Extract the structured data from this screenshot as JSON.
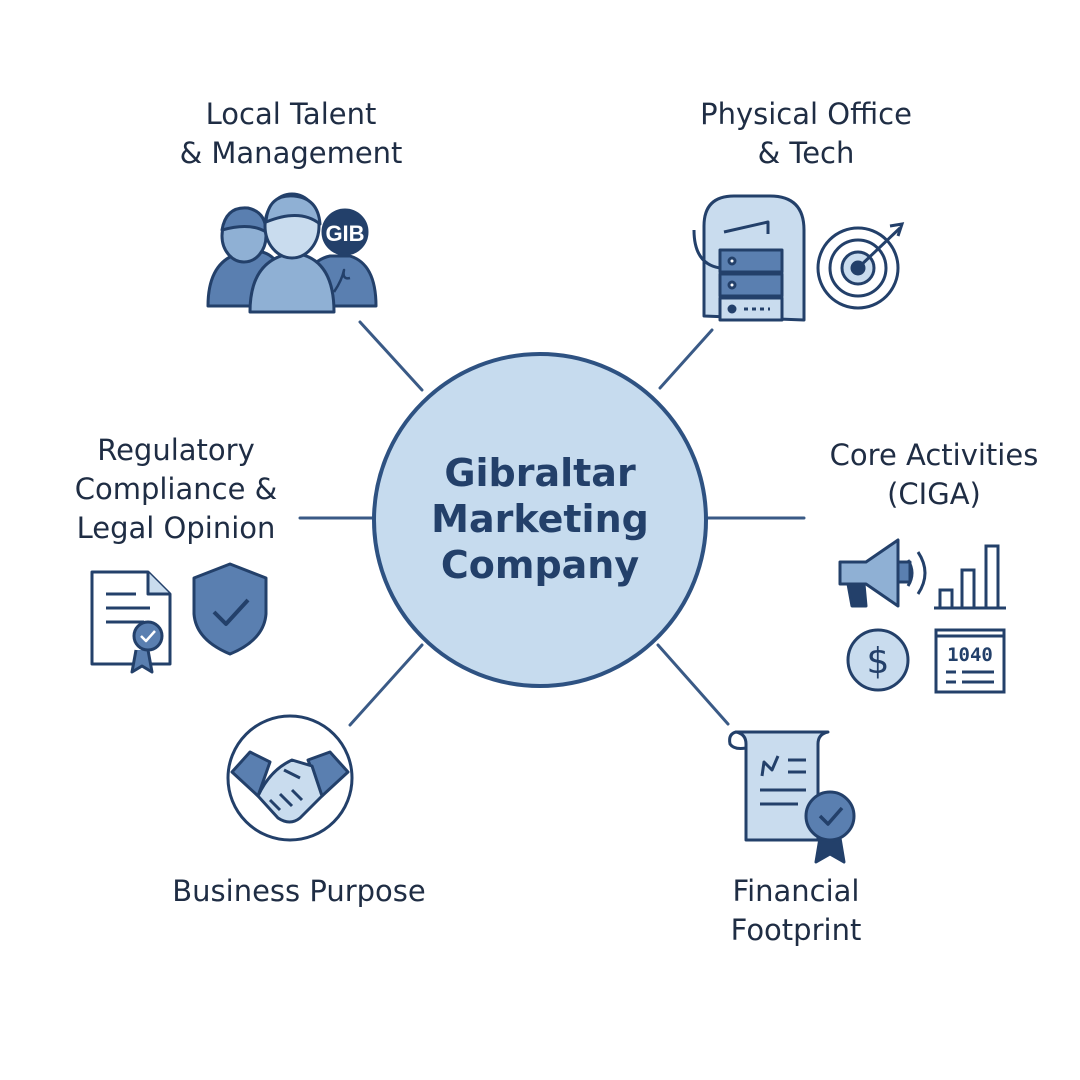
{
  "hub": {
    "title_lines": [
      "Gibraltar",
      "Marketing",
      "Company"
    ]
  },
  "nodes": [
    {
      "id": "talent",
      "lines": [
        "Local Talent",
        "& Management"
      ],
      "icon": "people-icon",
      "badge": "GIB"
    },
    {
      "id": "office",
      "lines": [
        "Physical Office",
        "& Tech"
      ],
      "icon": "server-office-icon"
    },
    {
      "id": "compliance",
      "lines": [
        "Regulatory",
        "Compliance &",
        "Legal Opinion"
      ],
      "icon": "certificate-shield-icon"
    },
    {
      "id": "core",
      "lines": [
        "Core Activities",
        "(CIGA)"
      ],
      "icon": "marketing-finance-icon",
      "form_number": "1040"
    },
    {
      "id": "purpose",
      "lines": [
        "Business Purpose"
      ],
      "icon": "handshake-icon"
    },
    {
      "id": "financial",
      "lines": [
        "Financial",
        "Footprint"
      ],
      "icon": "financial-document-icon"
    }
  ],
  "colors": {
    "outline": "#23406a",
    "fill_light": "#c9dcee",
    "fill_mid": "#8fb0d4",
    "fill_dark": "#5a7fb0",
    "hub_fill": "#c6dbee",
    "text": "#1f2d44"
  }
}
